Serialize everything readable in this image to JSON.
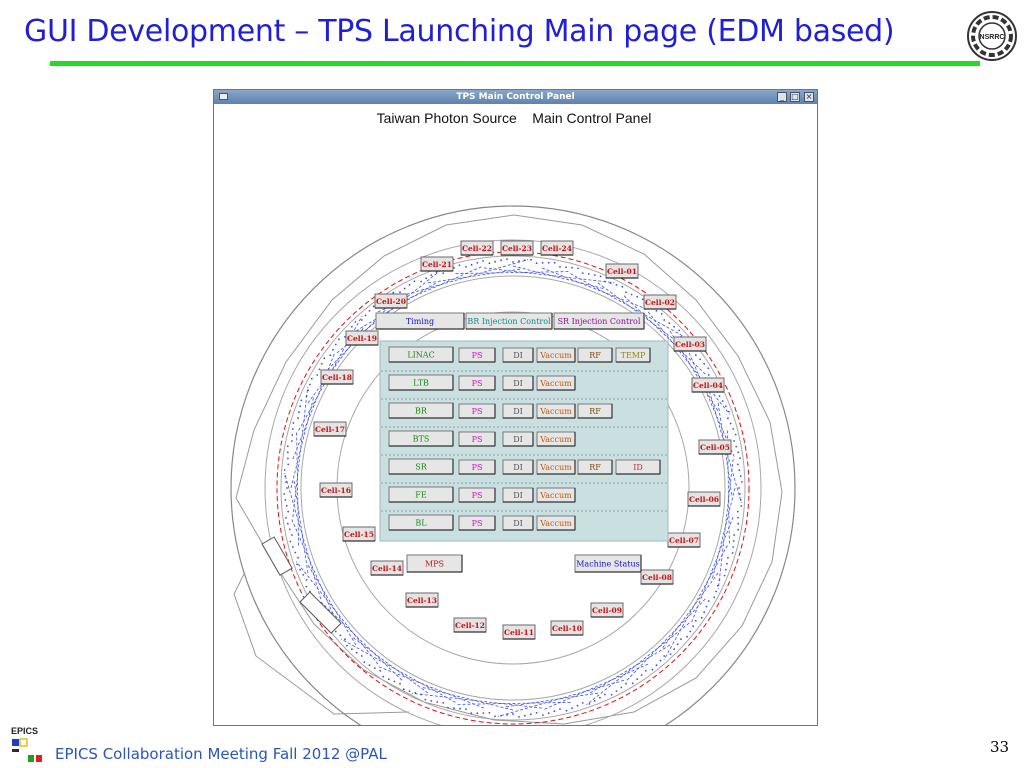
{
  "slide": {
    "title": "GUI Development – TPS Launching Main page (EDM based)",
    "footer": "EPICS Collaboration Meeting Fall 2012 @PAL",
    "page_number": "33",
    "logo_text": "NSRRC",
    "epics_logo_text": "EPICS"
  },
  "window": {
    "title": "TPS Main Control Panel",
    "panel_title": "Taiwan Photon Source    Main Control Panel",
    "controls": {
      "minimize": "_",
      "maximize": "□",
      "close": "×"
    }
  },
  "top_buttons": [
    {
      "label": "Timing",
      "color": "#1515cc"
    },
    {
      "label": "BR Injection Control",
      "color": "#128a8a"
    },
    {
      "label": "SR Injection Control",
      "color": "#8a1592"
    }
  ],
  "systems": [
    {
      "name": "LINAC",
      "subsystems": [
        "PS",
        "DI",
        "Vaccum",
        "RF",
        "TEMP"
      ]
    },
    {
      "name": "LTB",
      "subsystems": [
        "PS",
        "DI",
        "Vaccum"
      ]
    },
    {
      "name": "BR",
      "subsystems": [
        "PS",
        "DI",
        "Vaccum",
        "RF"
      ]
    },
    {
      "name": "BTS",
      "subsystems": [
        "PS",
        "DI",
        "Vaccum"
      ]
    },
    {
      "name": "SR",
      "subsystems": [
        "PS",
        "DI",
        "Vaccum",
        "RF",
        "ID"
      ]
    },
    {
      "name": "FE",
      "subsystems": [
        "PS",
        "DI",
        "Vaccum"
      ]
    },
    {
      "name": "BL",
      "subsystems": [
        "PS",
        "DI",
        "Vaccum"
      ]
    }
  ],
  "subsystem_colors": {
    "PS": "#cc14cc",
    "DI": "#555555",
    "Vaccum": "#c05a10",
    "RF": "#7a4a10",
    "TEMP": "#8a8a10",
    "ID": "#c03030"
  },
  "system_label_color": "#108a10",
  "bottom_buttons": {
    "mps": "MPS",
    "machine_status": "Machine Status"
  },
  "cells": [
    "Cell-01",
    "Cell-02",
    "Cell-03",
    "Cell-04",
    "Cell-05",
    "Cell-06",
    "Cell-07",
    "Cell-08",
    "Cell-09",
    "Cell-10",
    "Cell-11",
    "Cell-12",
    "Cell-13",
    "Cell-14",
    "Cell-15",
    "Cell-16",
    "Cell-17",
    "Cell-18",
    "Cell-19",
    "Cell-20",
    "Cell-21",
    "Cell-22",
    "Cell-23",
    "Cell-24"
  ],
  "colors": {
    "title": "#1f1fd6",
    "rule": "#22dd22",
    "cell_text": "#cc1010",
    "panel_bg": "#c9dfe0",
    "beamline": "#3a4fe0",
    "orbit": "#e01010"
  }
}
